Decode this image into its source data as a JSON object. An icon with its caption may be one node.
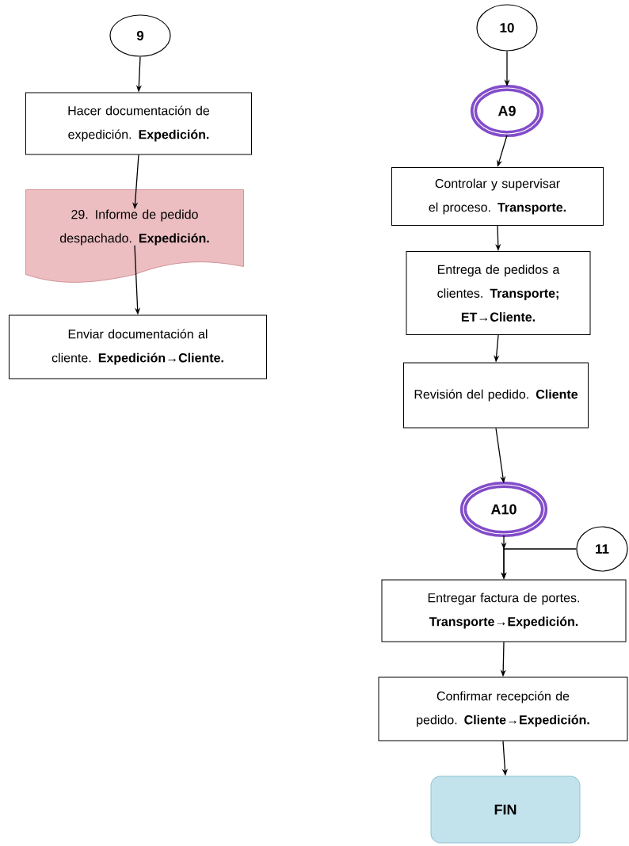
{
  "diagram": {
    "nodes": [
      {
        "text": [
          "9"
        ]
      },
      {
        "text": [
          "Hacer documentación de expedición. **Expedición.**"
        ]
      },
      {
        "text": [
          "29. Informe de pedido despachado. **Expedición.**"
        ]
      },
      {
        "text": [
          "Enviar documentación al cliente. **Expedición→Cliente.**"
        ]
      },
      {
        "text": [
          "10"
        ]
      },
      {
        "text": [
          "A9"
        ]
      },
      {
        "text": [
          "Controlar y supervisar el proceso. **Transporte.**"
        ]
      },
      {
        "text": [
          "Entrega de pedidos a clientes. **Transporte; ET→Cliente.**"
        ]
      },
      {
        "text": [
          "Revisión del pedido. **Cliente**"
        ]
      },
      {
        "text": [
          "A10"
        ]
      },
      {
        "text": [
          "11"
        ]
      },
      {
        "text": [
          "Entregar factura de portes. **Transporte→Expedición.**"
        ]
      },
      {
        "text": [
          "Confirmar recepción de pedido. **Cliente→Expedición.**"
        ]
      },
      {
        "text": [
          "FIN"
        ]
      }
    ],
    "edges": [
      {
        "from": 0,
        "to": 1,
        "arrow": "to"
      },
      {
        "from": 1,
        "to": 2,
        "arrow": "to"
      },
      {
        "from": 2,
        "to": 3,
        "arrow": "to"
      },
      {
        "from": 4,
        "to": 5,
        "arrow": "to"
      },
      {
        "from": 5,
        "to": 6,
        "arrow": "to"
      },
      {
        "from": 6,
        "to": 7,
        "arrow": "to"
      },
      {
        "from": 7,
        "to": 8,
        "arrow": "to"
      },
      {
        "from": 8,
        "to": 9,
        "arrow": "to"
      },
      {
        "from": 9,
        "to": 11,
        "arrow": "to"
      },
      {
        "from": 10,
        "to": 11,
        "arrow": "to"
      },
      {
        "from": 11,
        "to": 12,
        "arrow": "to"
      },
      {
        "from": 12,
        "to": 13,
        "arrow": "to"
      }
    ]
  }
}
